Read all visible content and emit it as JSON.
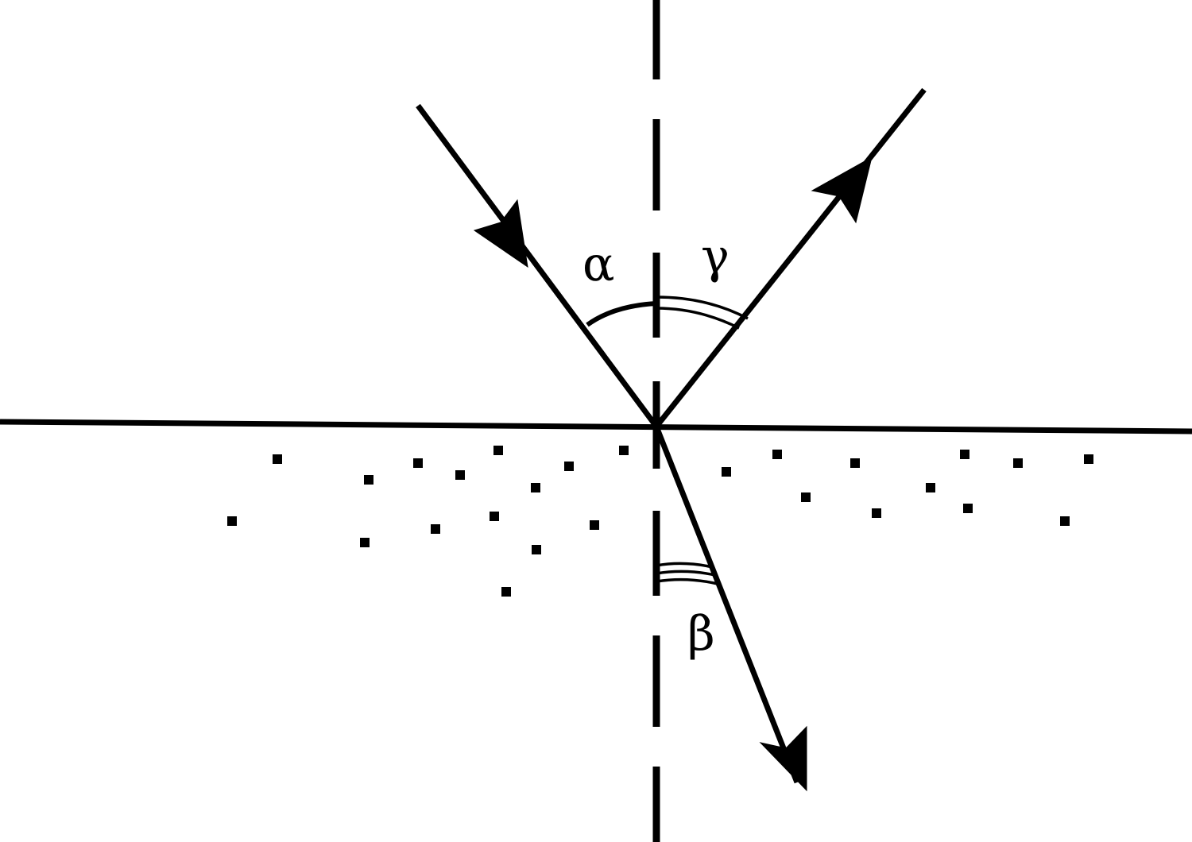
{
  "labels": {
    "alpha": "α",
    "gamma": "γ",
    "beta": "β"
  },
  "colors": {
    "ink": "#000000",
    "background": "#ffffff"
  }
}
